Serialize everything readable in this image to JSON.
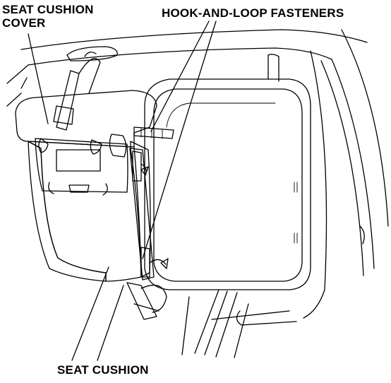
{
  "labels": {
    "seat_cushion_cover_line1": "SEAT CUSHION",
    "seat_cushion_cover_line2": "COVER",
    "hook_and_loop_fasteners": "HOOK-AND-LOOP FASTENERS",
    "seat_cushion": "SEAT CUSHION"
  },
  "colors": {
    "line": "#000000",
    "cover_fill": "#bdbdbd",
    "strap_fill": "#cfcfcf",
    "background": "#ffffff"
  }
}
